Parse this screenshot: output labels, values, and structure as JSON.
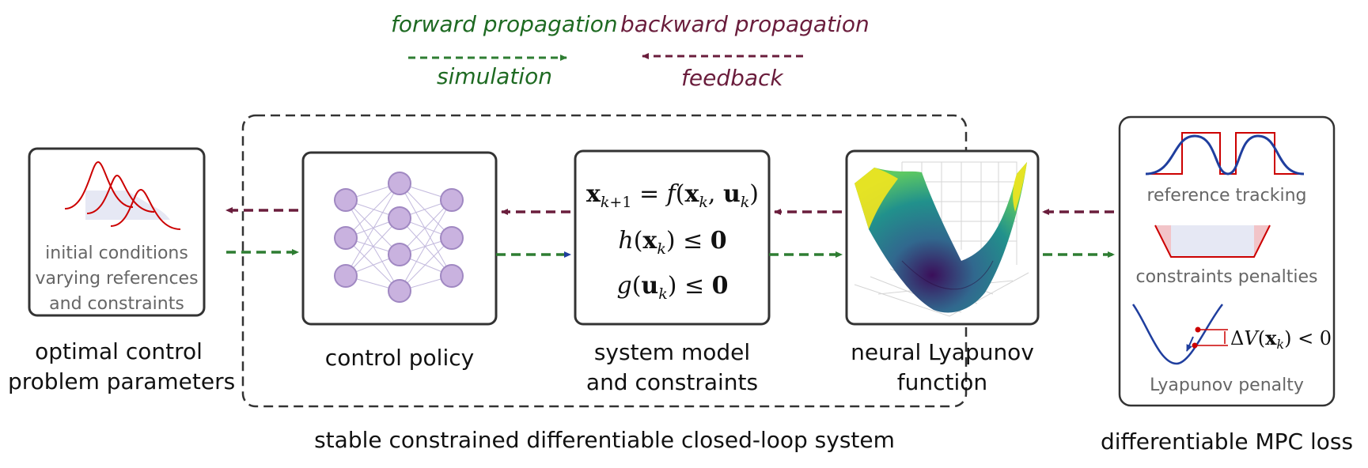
{
  "legend": {
    "forward_title": "forward propagation",
    "forward_sub": "simulation",
    "backward_title": "backward propagation",
    "backward_sub": "feedback"
  },
  "blocks": {
    "ocp_text": [
      "initial conditions",
      "varying references",
      "and constraints"
    ],
    "ocp_caption": [
      "optimal control",
      "problem parameters"
    ],
    "policy_caption": "control policy",
    "model_caption": [
      "system model",
      "and constraints"
    ],
    "model_equations": [
      "x_{k+1} = f(x_k, u_k)",
      "h(x_k) ≤ 0",
      "g(u_k) ≤ 0"
    ],
    "lyap_caption": [
      "neural Lyapunov",
      "function"
    ]
  },
  "loss_panel": {
    "items": [
      "reference tracking",
      "constraints penalties",
      "Lyapunov penalty"
    ],
    "delta_v": "ΔV(x_k) < 0",
    "caption": "differentiable MPC loss"
  },
  "loop_caption": "stable constrained differentiable closed-loop system",
  "colors": {
    "forward": "#2e7d32",
    "backward": "#6a1d3c",
    "node": "#c9b2df",
    "node_stroke": "#a088c2",
    "red_curve": "#cc0000",
    "blue_curve": "#1f3e9e"
  }
}
